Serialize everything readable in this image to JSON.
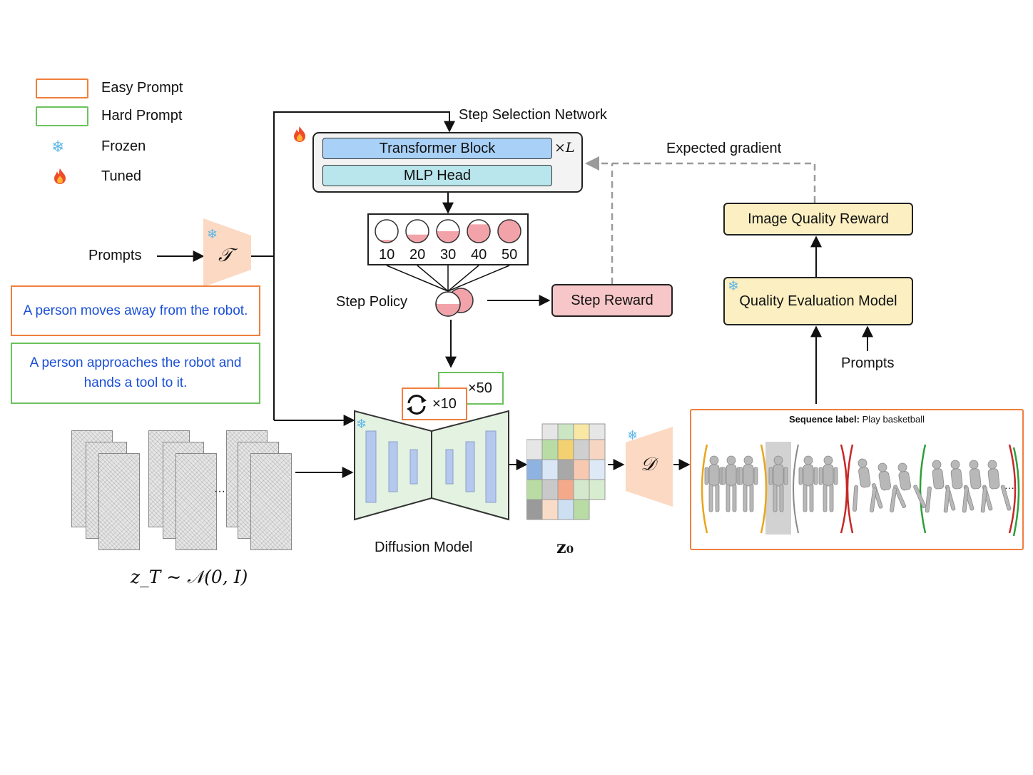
{
  "legend": {
    "easy_prompt": "Easy Prompt",
    "hard_prompt": "Hard Prompt",
    "frozen": "Frozen",
    "tuned": "Tuned",
    "easy_color": "#f07f3c",
    "hard_color": "#6cc25e"
  },
  "step_selection": {
    "title": "Step Selection Network",
    "transformer_block": "Transformer Block",
    "repeat": "×L",
    "mlp_head": "MLP Head",
    "transformer_color": "#a9d1f7",
    "mlp_color": "#b9e6ec"
  },
  "step_options": {
    "labels": [
      "10",
      "20",
      "30",
      "40",
      "50"
    ],
    "fill_levels": [
      0.12,
      0.35,
      0.5,
      0.8,
      1.0
    ],
    "fill_color": "#f2a3aa"
  },
  "step_policy": {
    "label": "Step Policy"
  },
  "step_reward": {
    "label": "Step Reward",
    "color": "#f7c6c8"
  },
  "expected_gradient": {
    "label": "Expected gradient"
  },
  "image_quality_reward": {
    "label": "Image Quality Reward",
    "color": "#fcefc2"
  },
  "quality_eval": {
    "label": "Quality Evaluation Model",
    "color": "#fcefc2"
  },
  "prompts_right": {
    "label": "Prompts"
  },
  "prompts_left": {
    "label": "Prompts"
  },
  "text_encoder": {
    "symbol": "𝒯",
    "color": "#fbd9c3"
  },
  "decoder": {
    "symbol": "𝒟",
    "color": "#fbd9c3"
  },
  "easy_example": "A person moves away from the robot.",
  "hard_example": "A person approaches the robot and hands a tool to it.",
  "iter_easy": {
    "label": "×10"
  },
  "iter_hard": {
    "label": "×50"
  },
  "diffusion": {
    "label": "Diffusion Model",
    "color": "#e3f2e1"
  },
  "latent": {
    "label": "z₀"
  },
  "noise": {
    "label": "z_T ∼ 𝒩(0, I)",
    "ellipsis": "···"
  },
  "sequence": {
    "label_key": "Sequence label:",
    "label_value": "Play basketball",
    "ellipsis": "···"
  },
  "icons": {
    "frozen": "snowflake-icon",
    "tuned": "flame-icon",
    "loop": "loop-arrows-icon"
  }
}
